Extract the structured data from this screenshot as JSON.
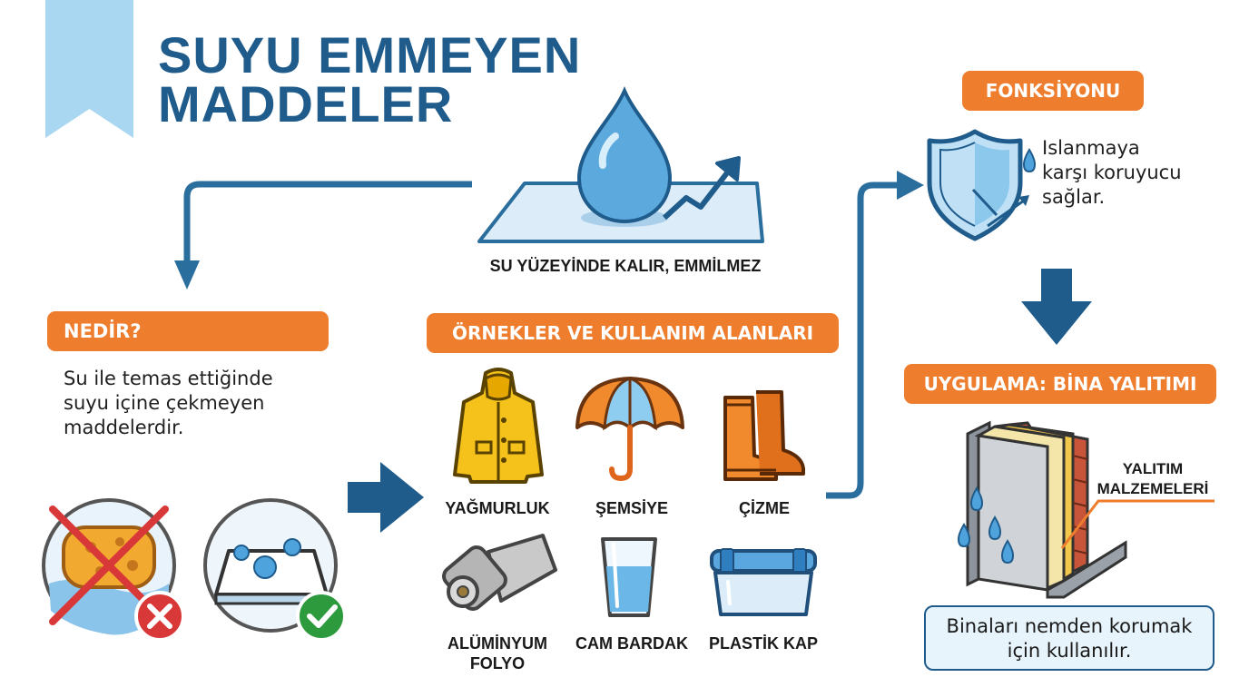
{
  "title": {
    "line1": "SUYU EMMEYEN",
    "line2": "MADDELER"
  },
  "surface": {
    "caption": "SU YÜZEYİNDE KALIR, EMMİLMEZ"
  },
  "nedir": {
    "heading": "NEDİR?",
    "line1": "Su ile temas ettiğinde",
    "line2": "suyu içine çekmeyen",
    "line3": "maddelerdir."
  },
  "examples": {
    "heading": "ÖRNEKLER VE KULLANIM ALANLARI",
    "items": [
      {
        "label": "YAĞMURLUK",
        "icon": "raincoat-icon"
      },
      {
        "label": "ŞEMSİYE",
        "icon": "umbrella-icon"
      },
      {
        "label": "ÇİZME",
        "icon": "boots-icon"
      },
      {
        "label_line1": "ALÜMİNYUM",
        "label_line2": "FOLYO",
        "icon": "aluminum-foil-icon"
      },
      {
        "label": "CAM BARDAK",
        "icon": "glass-cup-icon"
      },
      {
        "label": "PLASTİK KAP",
        "icon": "plastic-container-icon"
      }
    ]
  },
  "function": {
    "heading": "FONKSİYONU",
    "line1": "Islanmaya",
    "line2": "karşı koruyucu",
    "line3": "sağlar."
  },
  "application": {
    "heading": "UYGULAMA: BİNA YALITIMI",
    "callout_line1": "YALITIM",
    "callout_line2": "MALZEMELERİ",
    "box_line1": "Binaları nemden korumak",
    "box_line2": "için kullanılır."
  },
  "colors": {
    "title_blue": "#1f5c8c",
    "orange": "#ee7d2e",
    "light_blue": "#a9d7f2",
    "check_green": "#2e9a3e",
    "cross_red": "#d93838"
  }
}
